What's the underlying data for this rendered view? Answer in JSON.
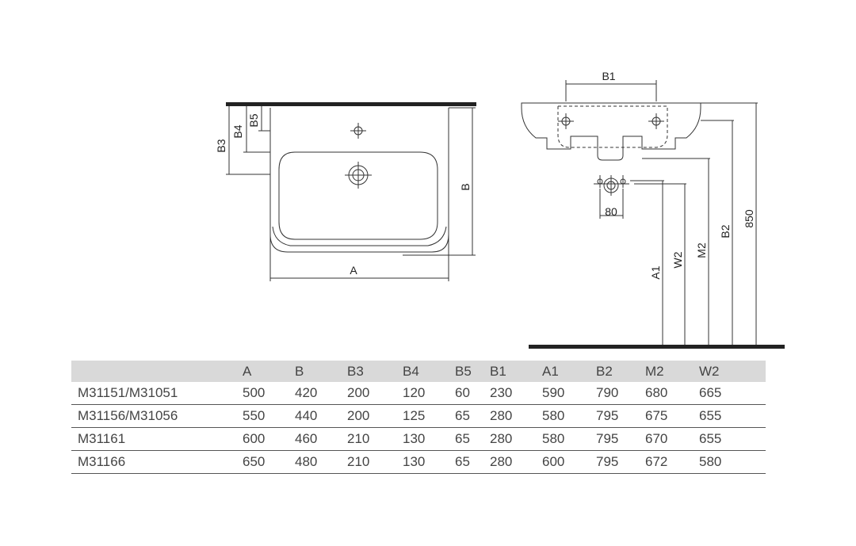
{
  "drawing": {
    "top_view": {
      "label_a": "A",
      "label_b": "B",
      "label_b3": "B3",
      "label_b4": "B4",
      "label_b5": "B5"
    },
    "side_view": {
      "label_b1": "B1",
      "label_80": "80",
      "label_a1": "A1",
      "label_w2": "W2",
      "label_m2": "M2",
      "label_b2": "B2",
      "label_850": "850"
    }
  },
  "table": {
    "headers": [
      "",
      "A",
      "B",
      "B3",
      "B4",
      "B5",
      "B1",
      "A1",
      "B2",
      "M2",
      "W2"
    ],
    "rows": [
      [
        "M31151/M31051",
        "500",
        "420",
        "200",
        "120",
        "60",
        "230",
        "590",
        "790",
        "680",
        "665"
      ],
      [
        "M31156/M31056",
        "550",
        "440",
        "200",
        "125",
        "65",
        "280",
        "580",
        "795",
        "675",
        "655"
      ],
      [
        "M31161",
        "600",
        "460",
        "210",
        "130",
        "65",
        "280",
        "580",
        "795",
        "670",
        "655"
      ],
      [
        "M31166",
        "650",
        "480",
        "210",
        "130",
        "65",
        "280",
        "600",
        "795",
        "672",
        "580"
      ]
    ]
  }
}
